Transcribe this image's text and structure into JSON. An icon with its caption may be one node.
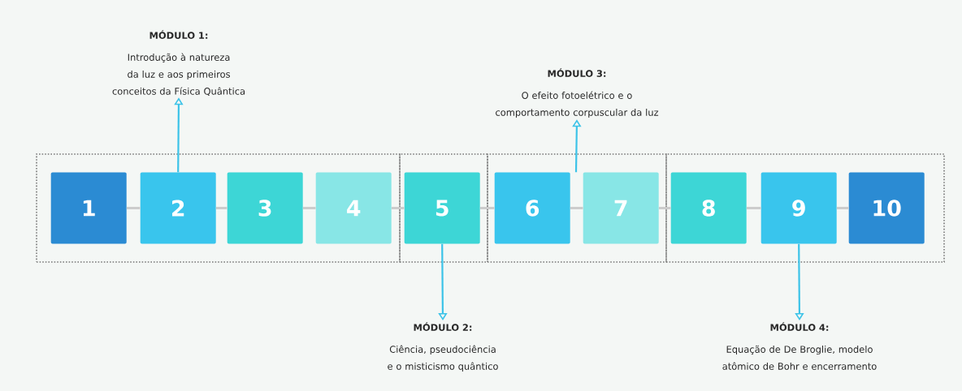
{
  "diagram": {
    "nodes": [
      {
        "text": [],
        "shape": "box"
      },
      {
        "text": [
          "1"
        ],
        "in": 0
      },
      {
        "text": [
          "2"
        ],
        "in": 0
      },
      {
        "text": [
          "3"
        ],
        "in": 0
      },
      {
        "text": [
          "4"
        ],
        "in": 0
      },
      {
        "text": [],
        "shape": "box"
      },
      {
        "text": [
          "5"
        ],
        "in": 5
      },
      {
        "text": [],
        "shape": "box"
      },
      {
        "text": [
          "6"
        ],
        "in": 7
      },
      {
        "text": [
          "7"
        ],
        "in": 7
      },
      {
        "text": [],
        "shape": "box"
      },
      {
        "text": [
          "8"
        ],
        "in": 10
      },
      {
        "text": [
          "9"
        ],
        "in": 10
      },
      {
        "text": [
          "10"
        ],
        "in": 10
      },
      {
        "text": [
          "MÓDULO 1:",
          "Introdução à natureza da luz e aos primeiros conceitos da Física Quântica"
        ]
      },
      {
        "text": [
          "MÓDULO 2:",
          "Ciência, pseudociência e o misticismo quântico"
        ]
      },
      {
        "text": [
          "MÓDULO 3:",
          "O efeito fotoelétrico e o comportamento corpuscular da luz"
        ]
      },
      {
        "text": [
          "MÓDULO 4:",
          "Equação de De Broglie, modelo atômico de Bohr e encerramento"
        ]
      }
    ],
    "edges": [
      {
        "from": 1,
        "to": 2,
        "arrow": "none",
        "color": "#cccccc"
      },
      {
        "from": 2,
        "to": 3,
        "arrow": "none",
        "color": "#cccccc"
      },
      {
        "from": 3,
        "to": 4,
        "arrow": "none",
        "color": "#cccccc"
      },
      {
        "from": 4,
        "to": 6,
        "arrow": "none",
        "color": "#cccccc"
      },
      {
        "from": 6,
        "to": 8,
        "arrow": "none",
        "color": "#cccccc"
      },
      {
        "from": 8,
        "to": 9,
        "arrow": "none",
        "color": "#cccccc"
      },
      {
        "from": 9,
        "to": 11,
        "arrow": "none",
        "color": "#cccccc"
      },
      {
        "from": 11,
        "to": 12,
        "arrow": "none",
        "color": "#cccccc"
      },
      {
        "from": 12,
        "to": 13,
        "arrow": "none",
        "color": "#cccccc"
      },
      {
        "from": 2,
        "to": 14,
        "arrow": "to",
        "color": "#3cc3e8"
      },
      {
        "from": 6,
        "to": 15,
        "arrow": "to",
        "color": "#3cc3e8"
      },
      {
        "from": 8,
        "to": 16,
        "arrow": "to",
        "color": "#3cc3e8"
      },
      {
        "from": 12,
        "to": 17,
        "arrow": "to",
        "color": "#3cc3e8"
      }
    ]
  }
}
